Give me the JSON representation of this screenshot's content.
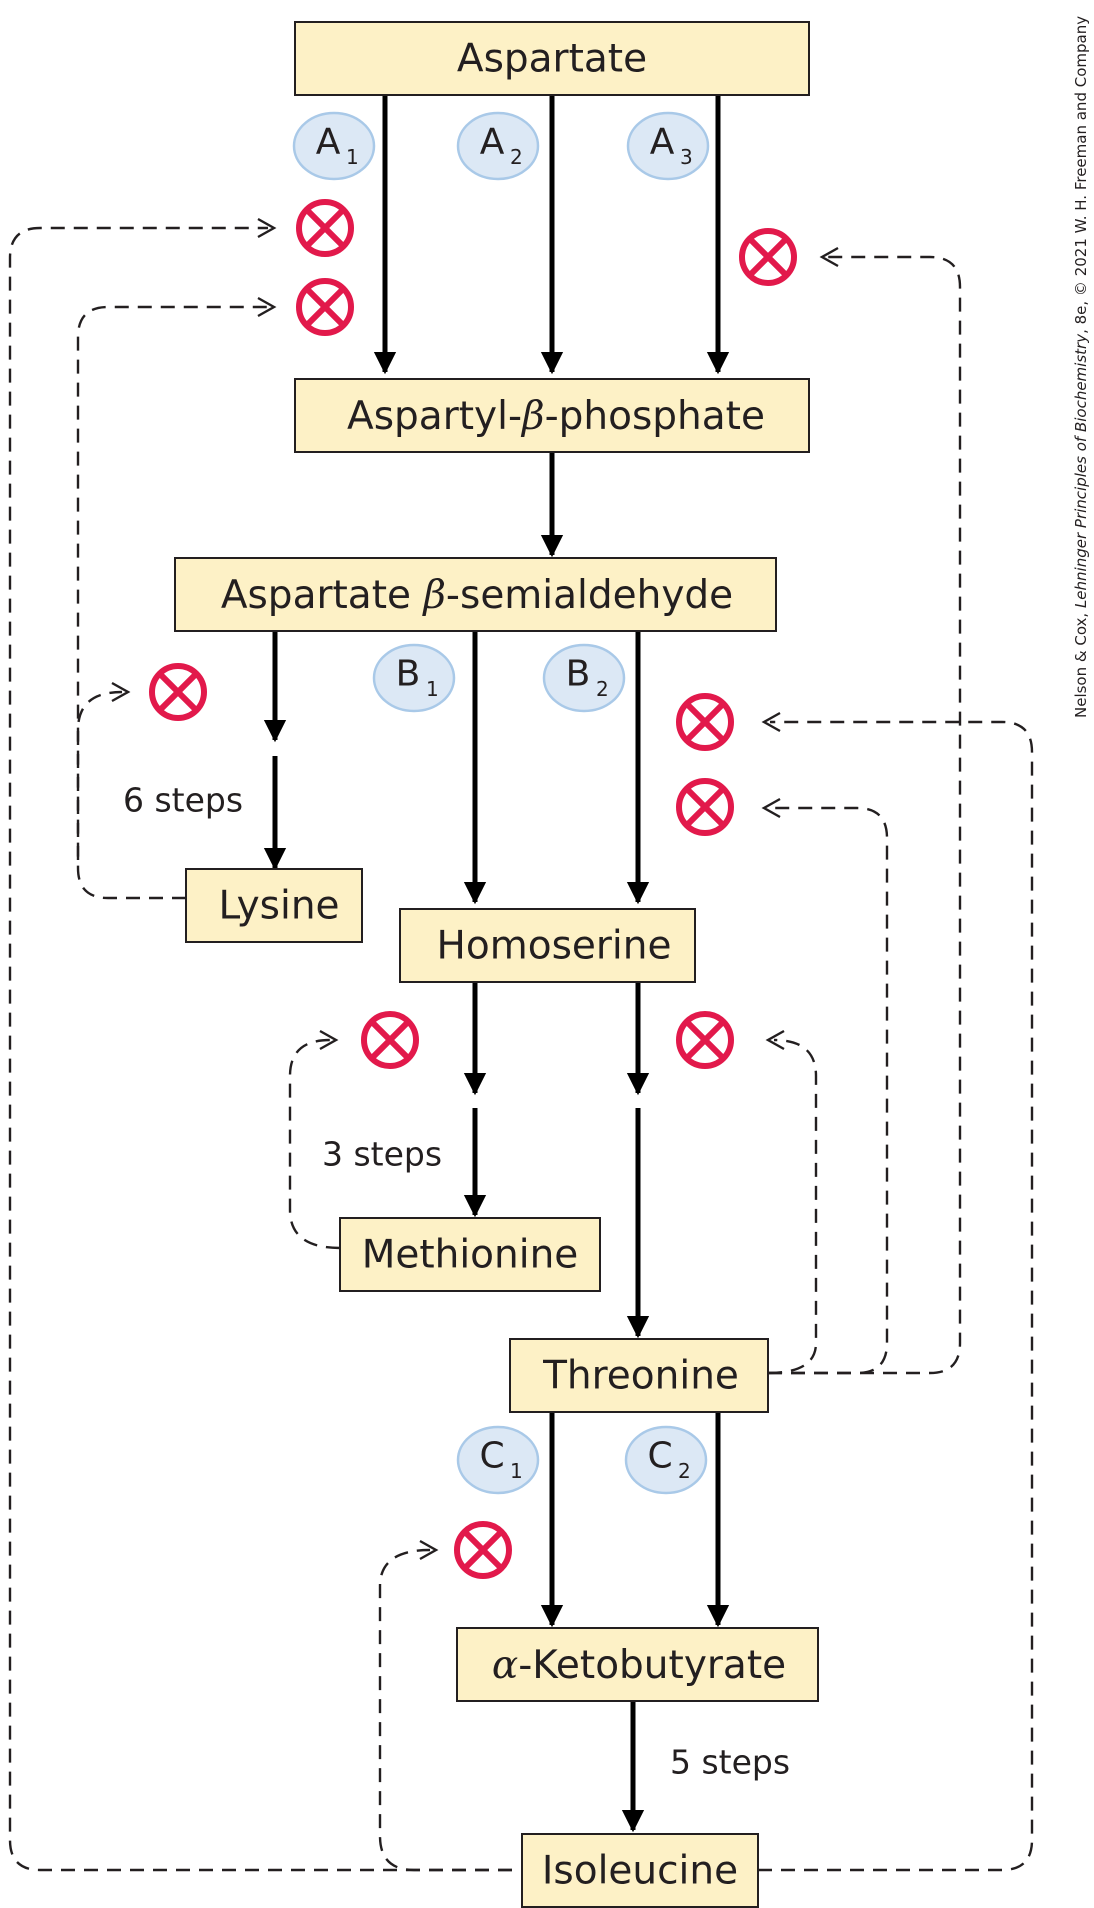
{
  "nodes": {
    "aspartate": "Aspartate",
    "aspartyl_phosphate": {
      "prefix": "Aspartyl-",
      "greek": "β",
      "suffix": "-phosphate"
    },
    "semialdehyde": {
      "prefix": "Aspartate ",
      "greek": "β",
      "suffix": "-semialdehyde"
    },
    "lysine": "Lysine",
    "homoserine": "Homoserine",
    "methionine": "Methionine",
    "threonine": "Threonine",
    "ketobutyrate": {
      "greek": "α",
      "suffix": "-Ketobutyrate"
    },
    "isoleucine": "Isoleucine"
  },
  "enzymes": [
    {
      "letter": "A",
      "sub": "1"
    },
    {
      "letter": "A",
      "sub": "2"
    },
    {
      "letter": "A",
      "sub": "3"
    },
    {
      "letter": "B",
      "sub": "1"
    },
    {
      "letter": "B",
      "sub": "2"
    },
    {
      "letter": "C",
      "sub": "1"
    },
    {
      "letter": "C",
      "sub": "2"
    }
  ],
  "step_labels": {
    "lysine_steps": "6 steps",
    "methionine_steps": "3 steps",
    "isoleucine_steps": "5 steps"
  },
  "inhibition_symbol": "⊗",
  "colors": {
    "node_fill": "#fdf1c6",
    "enzyme_fill": "#dce8f5",
    "inhibition": "#e2194b"
  },
  "credit": {
    "prefix": "Nelson & Cox, ",
    "title": "Lehninger Principles of Biochemistry",
    "suffix": ", 8e, © 2021 W. H. Freeman and Company"
  }
}
